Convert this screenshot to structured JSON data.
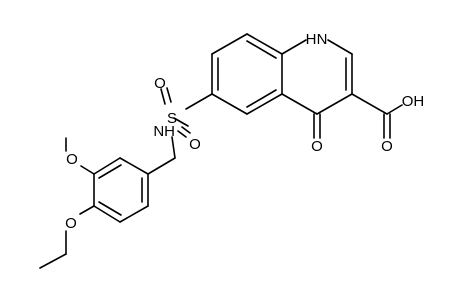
{
  "diagram": {
    "type": "chemical-structure",
    "atom_labels": {
      "nh_ring": "H",
      "n_ring": "N",
      "oh_acid": "OH",
      "o_acid": "O",
      "o_keto": "O",
      "s": "S",
      "o_s_upper": "O",
      "o_s_lower": "O",
      "nh_sulfonamide": "NH",
      "o_methoxy": "O",
      "o_ethoxy": "O"
    }
  }
}
